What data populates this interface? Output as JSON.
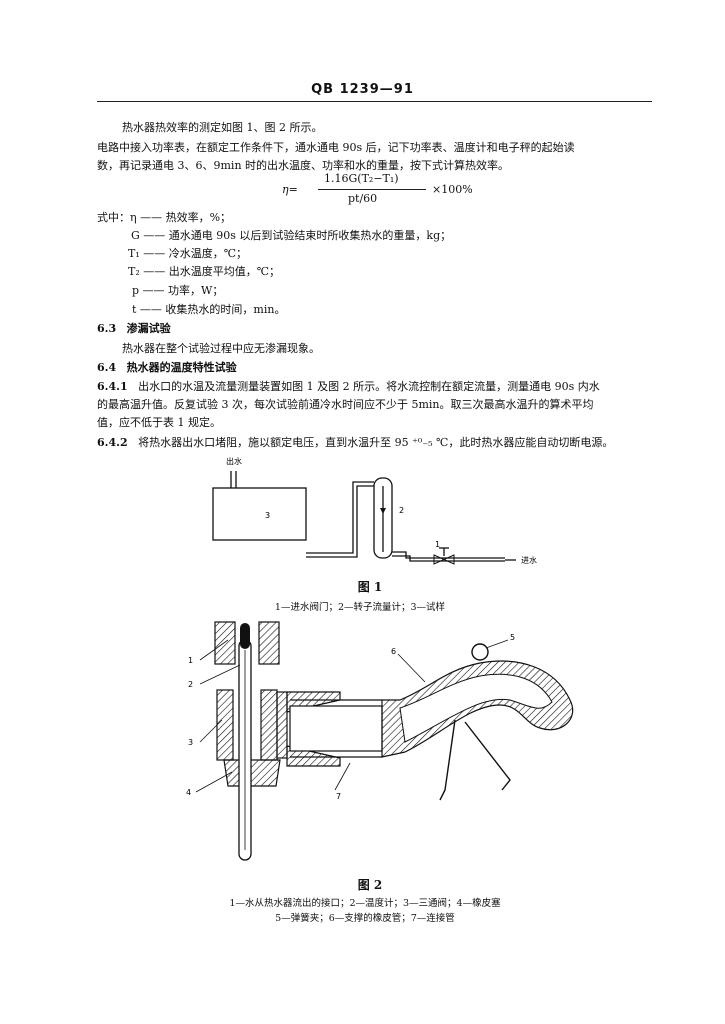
{
  "header": {
    "code": "QB 1239—91"
  },
  "body": {
    "p1": "热水器热效率的测定如图 1、图 2 所示。",
    "p2": "电路中接入功率表，在额定工作条件下，通水通电 90s 后，记下功率表、温度计和电子秤的起始读",
    "p3": "数，再记录通电 3、6、9min 时的出水温度、功率和水的重量，按下式计算热效率。",
    "formula": {
      "lhs": "η=",
      "numerator": "1.16G(T₂−T₁)",
      "denominator": "pt/60",
      "tail": "×100%"
    },
    "where": "式中：η —— 热效率，%；",
    "def_g": "G —— 通水通电 90s 以后到试验结束时所收集热水的重量，kg；",
    "def_t1": "T₁ —— 冷水温度，℃；",
    "def_t2": "T₂ —— 出水温度平均值，℃；",
    "def_p": "p —— 功率，W；",
    "def_t": "t —— 收集热水的时间，min。",
    "s63_num": "6.3",
    "s63_title": "渗漏试验",
    "s63_text": "热水器在整个试验过程中应无渗漏现象。",
    "s64_num": "6.4",
    "s64_title": "热水器的温度特性试验",
    "s641_num": "6.4.1",
    "s641_l1": "出水口的水温及流量测量装置如图 1 及图 2 所示。将水流控制在额定流量，测量通电 90s 内水",
    "s641_l2": "的最高温升值。反复试验 3 次，每次试验前通冷水时间应不少于 5min。取三次最高水温升的算术平均",
    "s641_l3": "值，应不低于表 1 规定。",
    "s642_num": "6.4.2",
    "s642_text": "将热水器出水口堵阻，施以额定电压，直到水温升至 95 ⁺⁰₋₅ ℃，此时热水器应能自动切断电源。"
  },
  "figure1": {
    "label_outlet": "出水",
    "label_inlet": "进水",
    "num1": "1",
    "num2": "2",
    "num3": "3",
    "title": "图 1",
    "caption": "1—进水阀门；2—转子流量计；3—试样"
  },
  "figure2": {
    "num1": "1",
    "num2": "2",
    "num3": "3",
    "num4": "4",
    "num5": "5",
    "num6": "6",
    "num7": "7",
    "title": "图 2",
    "caption1": "1—水从热水器流出的接口；2—温度计；3—三通阀；4—橡皮塞",
    "caption2": "5—弹簧夹；6—支撑的橡皮管；7—连接管"
  }
}
